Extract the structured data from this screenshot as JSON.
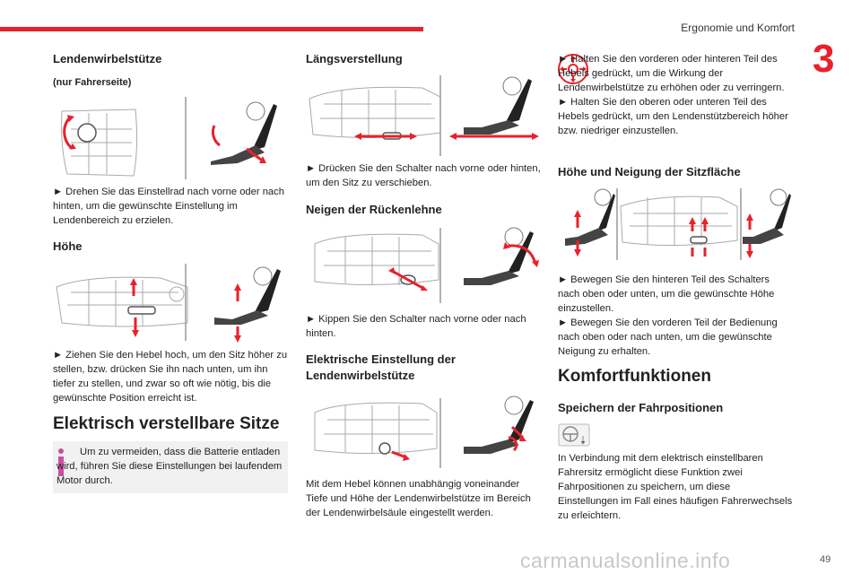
{
  "header": {
    "title": "Ergonomie und Komfort",
    "chapter": "3"
  },
  "col1": {
    "lumbar_title": "Lendenwirbelstütze",
    "lumbar_sub": "(nur Fahrerseite)",
    "lumbar_text": "► Drehen Sie das Einstellrad nach vorne oder nach hinten, um die gewünschte Einstellung im Lendenbereich zu erzielen.",
    "height_title": "Höhe",
    "height_text": "► Ziehen Sie den Hebel hoch, um den Sitz höher zu stellen, bzw. drücken Sie ihn nach unten, um ihn tiefer zu stellen, und zwar so oft wie nötig, bis die gewünschte Position erreicht ist.",
    "electric_title": "Elektrisch verstellbare Sitze",
    "note_text": "Um zu vermeiden, dass die Batterie entladen wird, führen Sie diese Einstellungen bei laufendem Motor durch."
  },
  "col2": {
    "long_title": "Längsverstellung",
    "long_text": "► Drücken Sie den Schalter nach vorne oder hinten, um den Sitz zu verschieben.",
    "recline_title": "Neigen der Rückenlehne",
    "recline_text": "► Kippen Sie den Schalter nach vorne oder nach hinten.",
    "elumbar_title": "Elektrische Einstellung der Lendenwirbelstütze",
    "elumbar_text": "Mit dem Hebel können unabhängig voneinander Tiefe und Höhe der Lendenwirbelstütze im Bereich der Lendenwirbelsäule eingestellt werden."
  },
  "col3": {
    "lever_text": "► Halten Sie den vorderen oder hinteren Teil des Hebels gedrückt, um die Wirkung der Lendenwirbelstütze zu erhöhen oder zu verringern.\n► Halten Sie den oberen oder unteren Teil des Hebels gedrückt, um den Lendenstützbereich höher bzw. niedriger einzustellen.",
    "tilt_title": "Höhe und Neigung der Sitzfläche",
    "tilt_text": "► Bewegen Sie den hinteren Teil des Schalters nach oben oder unten, um die gewünschte Höhe einzustellen.\n► Bewegen Sie den vorderen Teil der Bedienung nach oben oder nach unten, um die gewünschte Neigung zu erhalten.",
    "comfort_title": "Komfortfunktionen",
    "memory_title": "Speichern der Fahrpositionen",
    "memory_text": "In Verbindung mit dem elektrisch einstellbaren Fahrersitz ermöglicht diese Funktion zwei Fahrpositionen zu speichern, um diese Einstellungen im Fall eines häufigen Fahrerwechsels zu erleichtern."
  },
  "footer": {
    "watermark": "carmanualsonline.info",
    "page": "49"
  },
  "colors": {
    "accent": "#e8212b"
  }
}
